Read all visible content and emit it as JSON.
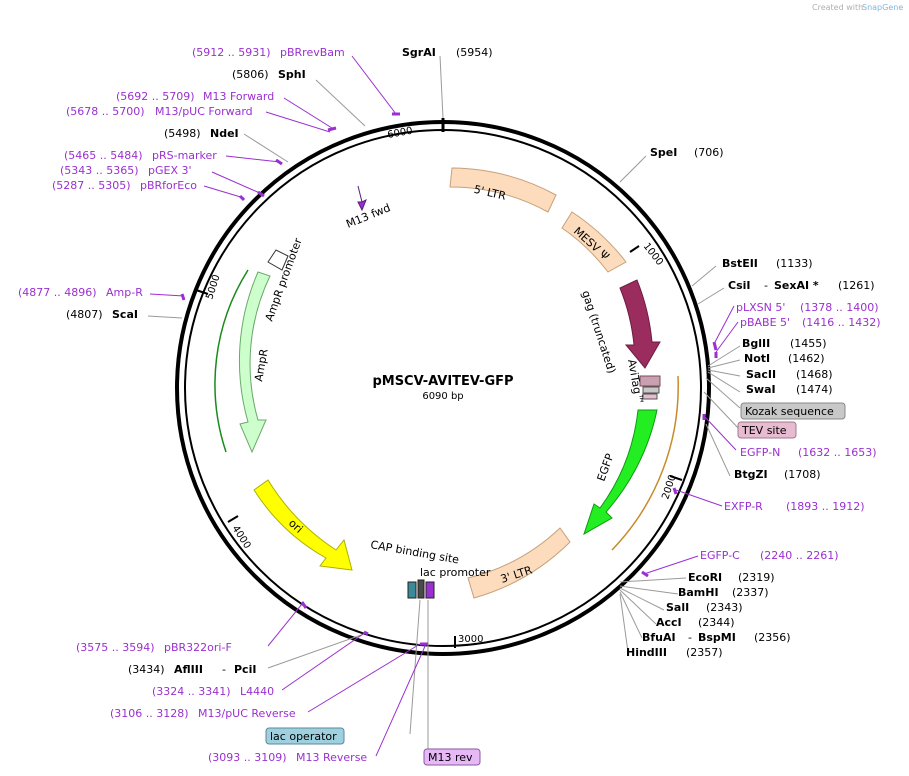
{
  "credit": {
    "prefix": "Created with",
    "brand": "SnapGene"
  },
  "plasmid": {
    "name": "pMSCV-AVITEV-GFP",
    "size": "6090 bp"
  },
  "ticks": [
    "1000",
    "2000",
    "3000",
    "4000",
    "5000",
    "6000"
  ],
  "features": [
    {
      "name": "5' LTR"
    },
    {
      "name": "MESV Ψ"
    },
    {
      "name": "gag (truncated)"
    },
    {
      "name": "AviTag™"
    },
    {
      "name": "EGFP"
    },
    {
      "name": "3' LTR"
    },
    {
      "name": "lac promoter"
    },
    {
      "name": "CAP binding site"
    },
    {
      "name": "ori"
    },
    {
      "name": "AmpR"
    },
    {
      "name": "AmpR promoter"
    },
    {
      "name": "M13 fwd"
    }
  ],
  "sites": [
    {
      "name": "SgrAI",
      "pos": "(5954)"
    },
    {
      "name": "SphI",
      "pos": "(5806)"
    },
    {
      "name": "NdeI",
      "pos": "(5498)"
    },
    {
      "name": "ScaI",
      "pos": "(4807)"
    },
    {
      "name": "SpeI",
      "pos": "(706)"
    },
    {
      "name": "BstEII",
      "pos": "(1133)"
    },
    {
      "name": "CsiI",
      "pos": "(1261)",
      "extra": "SexAI *"
    },
    {
      "name": "BglII",
      "pos": "(1455)"
    },
    {
      "name": "NotI",
      "pos": "(1462)"
    },
    {
      "name": "SacII",
      "pos": "(1468)"
    },
    {
      "name": "SwaI",
      "pos": "(1474)"
    },
    {
      "name": "BtgZI",
      "pos": "(1708)"
    },
    {
      "name": "EcoRI",
      "pos": "(2319)"
    },
    {
      "name": "BamHI",
      "pos": "(2337)"
    },
    {
      "name": "SalI",
      "pos": "(2343)"
    },
    {
      "name": "AccI",
      "pos": "(2344)"
    },
    {
      "name": "BfuAI",
      "pos": "(2356)",
      "extra": "BspMI"
    },
    {
      "name": "HindIII",
      "pos": "(2357)"
    },
    {
      "name": "AflIII",
      "pos": "(3434)",
      "extra": "PciI"
    }
  ],
  "primers": [
    {
      "range": "(5912 .. 5931)",
      "name": "pBRrevBam"
    },
    {
      "range": "(5692 .. 5709)",
      "name": "M13 Forward"
    },
    {
      "range": "(5678 .. 5700)",
      "name": "M13/pUC Forward"
    },
    {
      "range": "(5465 .. 5484)",
      "name": "pRS-marker"
    },
    {
      "range": "(5343 .. 5365)",
      "name": "pGEX 3'"
    },
    {
      "range": "(5287 .. 5305)",
      "name": "pBRforEco"
    },
    {
      "range": "(4877 .. 4896)",
      "name": "Amp-R"
    },
    {
      "name": "pLXSN 5'",
      "range": "(1378 .. 1400)"
    },
    {
      "name": "pBABE 5'",
      "range": "(1416 .. 1432)"
    },
    {
      "name": "EGFP-N",
      "range": "(1632 .. 1653)"
    },
    {
      "name": "EXFP-R",
      "range": "(1893 .. 1912)"
    },
    {
      "name": "EGFP-C",
      "range": "(2240 .. 2261)"
    },
    {
      "range": "(3575 .. 3594)",
      "name": "pBR322ori-F"
    },
    {
      "range": "(3324 .. 3341)",
      "name": "L4440"
    },
    {
      "range": "(3106 .. 3128)",
      "name": "M13/pUC Reverse"
    },
    {
      "range": "(3093 .. 3109)",
      "name": "M13 Reverse"
    }
  ],
  "boxes": [
    {
      "label": "Kozak sequence",
      "color": "#c8c8c8"
    },
    {
      "label": "TEV site",
      "color": "#e8bcd0"
    },
    {
      "label": "lac operator",
      "color": "#9fd0e0"
    },
    {
      "label": "M13 rev",
      "color": "#e6b8f5"
    }
  ],
  "colors": {
    "backbone": "#000000",
    "ltr": "#fcdcbc",
    "psi": "#fcdcbc",
    "gag": "#9b2c5e",
    "egfp": "#22ee22",
    "ori": "#ffff00",
    "ampr": "#ccffcc",
    "primer": "#9a30d0",
    "site_leader": "#9a9a9a"
  }
}
